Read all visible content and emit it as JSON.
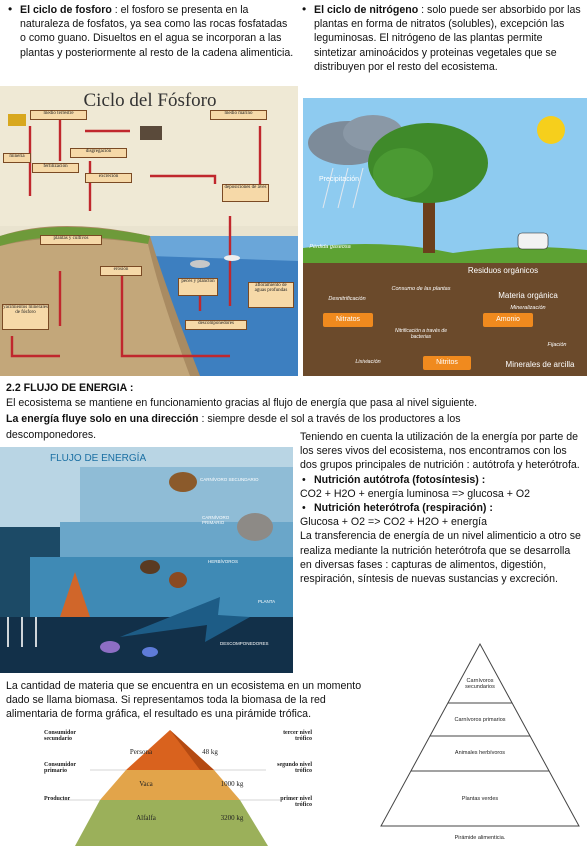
{
  "left_section": {
    "bullet": "•",
    "title": "El ciclo de fosforo",
    "text": " : el fosforo se presenta en la naturaleza de fosfatos, ya sea como las rocas fosfatadas o como guano. Disueltos en el agua se incorporan a las plantas y posteriormente al resto de la cadena alimenticia."
  },
  "right_section": {
    "bullet": "•",
    "title": "El ciclo de nitrógeno",
    "text": " : solo puede ser absorbido por las plantas en forma de nitratos (solubles), excepción las leguminosas. El nitrógeno de las plantas permite sintetizar aminoácidos y proteinas vegetales que se distribuyen por el resto del ecosistema."
  },
  "phosphorus_diagram": {
    "title": "Ciclo del Fósforo",
    "labels": [
      "medio terrestre",
      "medio marino",
      "disgregación",
      "mineria",
      "fertilización",
      "excreción",
      "plantas y cultivos",
      "deposiciones de aves",
      "erosión",
      "peces y plancton",
      "afloramiento de aguas profundas",
      "yacimientos minerales de fósforo",
      "descomponedores"
    ]
  },
  "nitrogen_diagram": {
    "labels": [
      "Precipitación",
      "Residuos orgánicos",
      "Pérdida gaseosa",
      "Consumo de las plantas",
      "Desnitrificación",
      "Materia orgánica",
      "Mineralización",
      "Nitratos",
      "Nitrificación a través de bacterias",
      "Amonio",
      "Fijación",
      "Lixiviación",
      "Nitritos",
      "Minerales de arcilla"
    ]
  },
  "section_heading": "2.2 FLUJO DE ENERGIA :",
  "para1": "El ecosistema se mantiene en funcionamiento gracias al flujo de energía que pasa al nivel siguiente.",
  "para2_bold": "La energía fluye solo en una dirección",
  "para2_rest_line1": " : siempre desde el sol a través de los productores a los",
  "para2_rest_line2": "descomponedores.",
  "flow_diagram": {
    "title": "FLUJO DE ENERGÍA",
    "labels": [
      "CARNÍVORO SECUNDARIO",
      "CARNÍVORO PRIMARIO",
      "HERBÍVOROS",
      "PLANTA",
      "DESCOMPONEDORES"
    ]
  },
  "right_text": {
    "intro": "Teniendo en cuenta la utilización de la energía por parte de los seres vivos del ecosistema, nos encontramos con los dos grupos principales de nutrición : autótrofa y heterótrofa.",
    "bullet": "•",
    "auto_title": "Nutrición autótrofa (fotosíntesis) :",
    "auto_eq": "CO2 + H2O + energía luminosa => glucosa + O2",
    "hetero_title": "Nutrición heterótrofa (respiración) :",
    "hetero_eq": "Glucosa + O2 => CO2 + H2O + energía",
    "transfer": "La transferencia de energía de un nivel alimenticio a otro se realiza mediante la nutrición heterótrofa que se desarrolla en diversas fases : capturas de alimentos, digestión, respiración, síntesis de nuevas sustancias y excreción."
  },
  "biomass_para": "La cantidad de materia que se encuentra en un ecosistema en un momento dado se llama biomasa. Si representamos toda la biomasa de la red alimentaria de forma gráfica, el resultado es una pirámide trófica.",
  "pyramid": {
    "left_labels": [
      "Consumidor secundario",
      "Consumidor primario",
      "Productor"
    ],
    "right_labels": [
      "tercer nivel trófico",
      "segundo nivel trófico",
      "primer nivel trófico"
    ],
    "tiers": [
      {
        "name": "Persona",
        "mass": "48 kg"
      },
      {
        "name": "Vaca",
        "mass": "1000 kg"
      },
      {
        "name": "Alfalfa",
        "mass": "3200 kg"
      }
    ]
  },
  "food_pyramid": {
    "levels": [
      "Carnívoros secundarios",
      "Carnívoros primarios",
      "Animales herbívoros",
      "Plantas verdes"
    ],
    "caption": "Pirámide alimenticia."
  }
}
